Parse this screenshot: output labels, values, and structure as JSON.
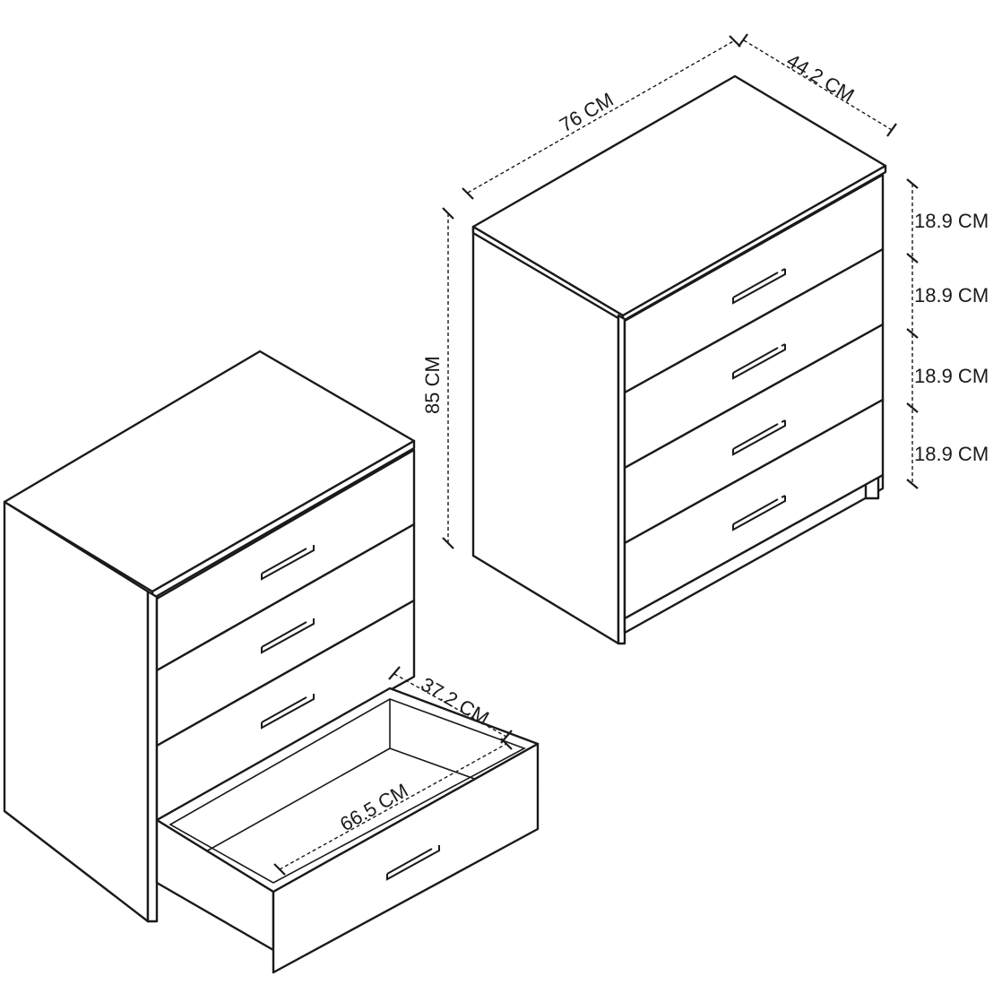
{
  "dimensions": {
    "width": "76 CM",
    "depth": "44.2 CM",
    "height": "85 CM",
    "drawer_heights": [
      "18.9 CM",
      "18.9 CM",
      "18.9 CM",
      "18.9 CM"
    ],
    "drawer_inner_width": "66.5 CM",
    "drawer_inner_depth": "37.2 CM"
  }
}
